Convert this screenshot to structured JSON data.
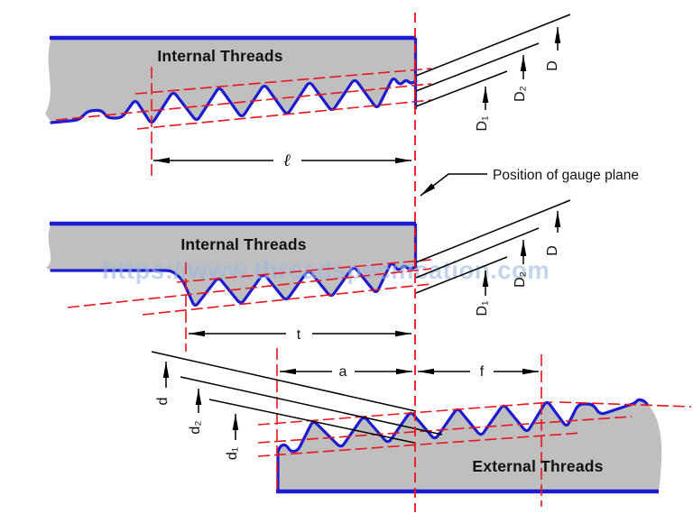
{
  "diagram": {
    "sections": {
      "top": {
        "title": "Internal Threads",
        "length_label": "ℓ"
      },
      "middle": {
        "title": "Internal Threads",
        "length_label": "t"
      },
      "bottom": {
        "title": "External Threads",
        "a_label": "a",
        "f_label": "f"
      }
    },
    "gauge_plane_label": "Position of gauge plane",
    "watermark": "https://www.threadspecification.com",
    "internal_diameters": {
      "major": "D",
      "pitch": "D₂",
      "minor": "D₁"
    },
    "external_diameters": {
      "major": "d",
      "pitch": "d₂",
      "minor": "d₁"
    },
    "colors": {
      "thread_blue": "#1b1bd2",
      "body_gray": "#bfbfbf",
      "reference_red": "#e8141e",
      "dimension_black": "#000000",
      "watermark_blue": "#9db8e2"
    }
  }
}
